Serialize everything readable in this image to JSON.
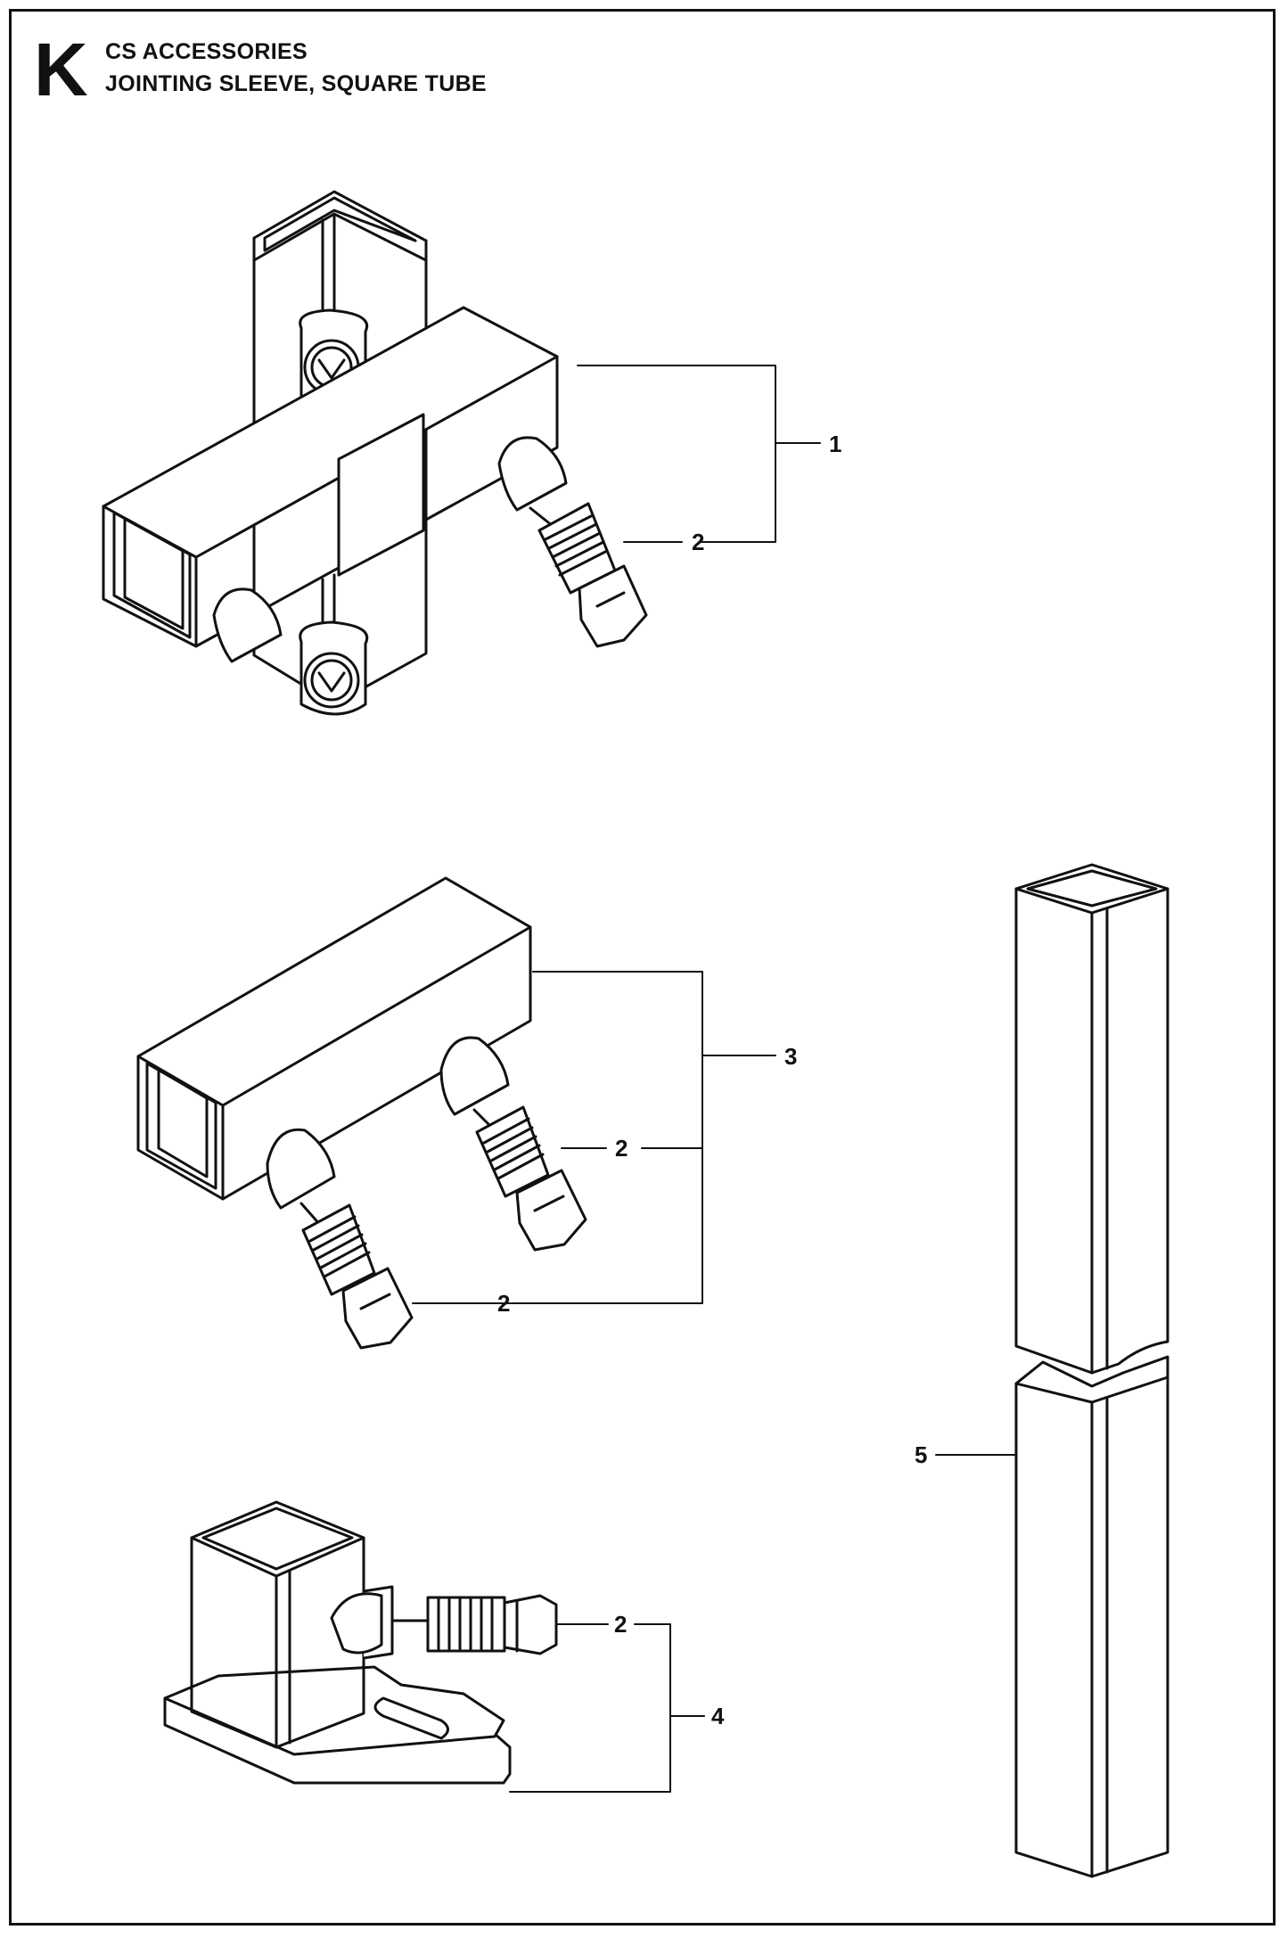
{
  "header": {
    "section_letter": "K",
    "title_line1": "CS ACCESSORIES",
    "title_line2": "JOINTING SLEEVE, SQUARE TUBE"
  },
  "callouts": {
    "part1": "1",
    "part2a": "2",
    "part2b": "2",
    "part2c": "2",
    "part2d": "2",
    "part3": "3",
    "part4": "4",
    "part5": "5"
  },
  "colors": {
    "ink": "#111111",
    "background": "#ffffff"
  }
}
